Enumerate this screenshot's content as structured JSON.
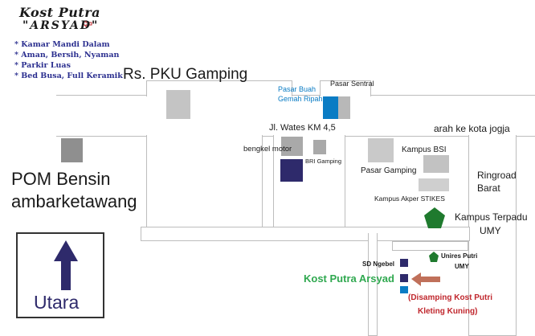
{
  "header": {
    "title": "Kost Putra",
    "subtitle": "\"ARSYAD\"",
    "features": [
      "* Kamar Mandi Dalam",
      "* Aman, Bersih, Nyaman",
      "* Parkir Luas",
      "* Bed Busa, Full Keramik"
    ]
  },
  "labels": {
    "rs_pku": "Rs. PKU Gamping",
    "pasar_buah": "Pasar Buah",
    "gemah_ripah": "Gemah Ripah",
    "pasar_sentral": "Pasar Sentral",
    "jl_wates": "Jl. Wates KM 4,5",
    "arah_jogja": "arah ke kota jogja",
    "bengkel": "bengkel motor",
    "bri": "BRI Gamping",
    "kampus_bsi": "Kampus BSI",
    "pasar_gamping": "Pasar Gamping",
    "ringroad_1": "Ringroad",
    "ringroad_2": "Barat",
    "akper": "Kampus Akper STIKES",
    "terpadu_1": "Kampus Terpadu",
    "terpadu_2": "UMY",
    "pom_1": "POM Bensin",
    "pom_2": "ambarketawang",
    "sd_ngebel": "SD Ngebel",
    "unires_1": "Unires Putri",
    "unires_2": "UMY",
    "kost": "Kost Putra Arsyad",
    "disamping_1": "(Disamping Kost Putri",
    "disamping_2": "Kleting Kuning)"
  },
  "compass": {
    "label": "Utara"
  },
  "colors": {
    "road_border": "#bdbdbd",
    "building_gray": "#a9a9a9",
    "navy": "#2e2a6b",
    "blue": "#0a7cc4",
    "green": "#1f7a2e",
    "kost_text": "#2fa84f",
    "red_text": "#c0272d",
    "arrow_brown": "#c0705a",
    "header_blue": "#2b2f8f"
  }
}
